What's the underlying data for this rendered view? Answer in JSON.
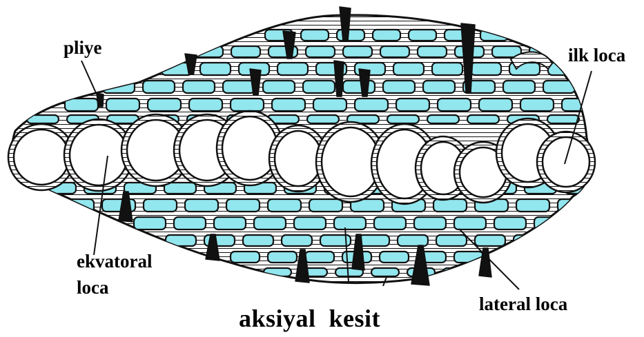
{
  "labels": {
    "pliye": "pliye",
    "ilk_loca": "ilk loca",
    "ekvatoral_line1": "ekvatoral",
    "ekvatoral_line2": "loca",
    "lateral_loca": "lateral loca",
    "caption": "aksiyal  kesit"
  },
  "colors": {
    "background": "#ffffff",
    "lateral_chamber_fill": "#92e6ee",
    "outline": "#111111",
    "pillar": "#111111"
  }
}
